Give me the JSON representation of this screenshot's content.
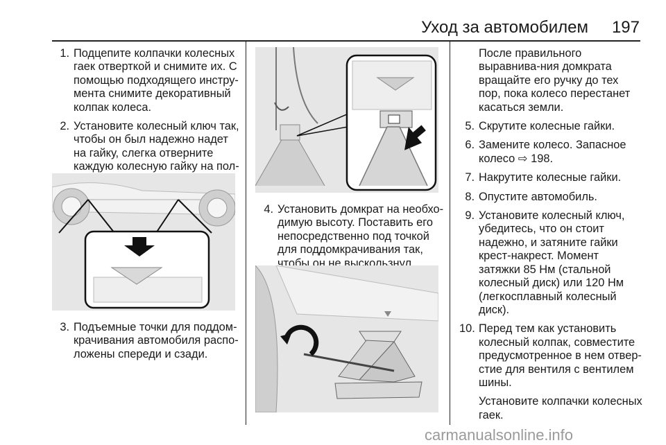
{
  "header": {
    "title": "Уход за автомобилем",
    "page_number": "197"
  },
  "col1": {
    "items": [
      {
        "num": "1.",
        "text": "Подцепите колпачки колесных гаек отверткой и снимите их. С помощью подходящего инстру-мента снимите декоративный колпак колеса."
      },
      {
        "num": "2.",
        "text": "Установите колесный ключ так, чтобы он был надежно надет на гайку, слегка отверните каждую колесную гайку на пол-оборота."
      },
      {
        "num": "3.",
        "text": "Подъемные точки для поддом-крачивания автомобиля распо-ложены спереди и сзади."
      }
    ]
  },
  "col2": {
    "items": [
      {
        "num": "4.",
        "text": "Установить домкрат на необхо-димую высоту. Поставить его непосредственно под точкой для поддомкрачивания так, чтобы он не выскользнул."
      }
    ]
  },
  "col3": {
    "intro": "После правильного выравнива-ния домкрата вращайте его ручку до тех пор, пока колесо перестанет касаться земли.",
    "items": [
      {
        "num": "5.",
        "text": "Скрутите колесные гайки."
      },
      {
        "num": "6.",
        "text": "Замените колесо. Запасное колесо ",
        "ref_icon": "arrow-ref-icon",
        "ref_glyph": "⇨",
        "ref_page": " 198."
      },
      {
        "num": "7.",
        "text": "Накрутите колесные гайки."
      },
      {
        "num": "8.",
        "text": "Опустите автомобиль."
      },
      {
        "num": "9.",
        "text": "Установите колесный ключ, убедитесь, что он стоит надежно, и затяните гайки крест-накрест. Момент затяжки 85 Нм (стальной колесный диск) или 120 Нм (легкосплавный колесный диск)."
      },
      {
        "num": "10.",
        "text": "Перед тем как установить колесный колпак, совместите предусмотренное в нем отвер-стие для вентиля с вентилем шины."
      }
    ],
    "final": "Установите колпачки колесных гаек."
  },
  "footer": {
    "watermark": "carmanualsonline.info"
  }
}
